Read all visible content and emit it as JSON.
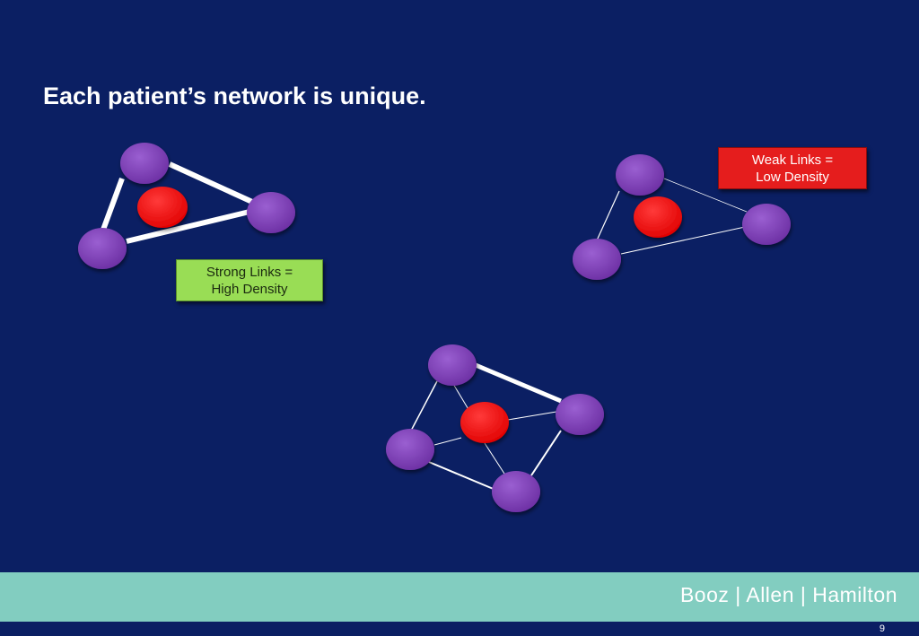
{
  "slide": {
    "title": "Each patient’s network is unique.",
    "page_number": "9"
  },
  "callouts": {
    "strong_line1": "Strong Links =",
    "strong_line2": "High Density",
    "weak_line1": "Weak Links =",
    "weak_line2": "Low Density"
  },
  "footer": {
    "logo_text": "Booz | Allen | Hamilton"
  },
  "colors": {
    "background": "#0b1f63",
    "node_purple": "#7f3fb7",
    "node_red": "#ff1010",
    "link_white": "#ffffff",
    "strong_callout": "#99dd55",
    "weak_callout": "#e51d1d",
    "footer_band": "#82cdc0"
  }
}
